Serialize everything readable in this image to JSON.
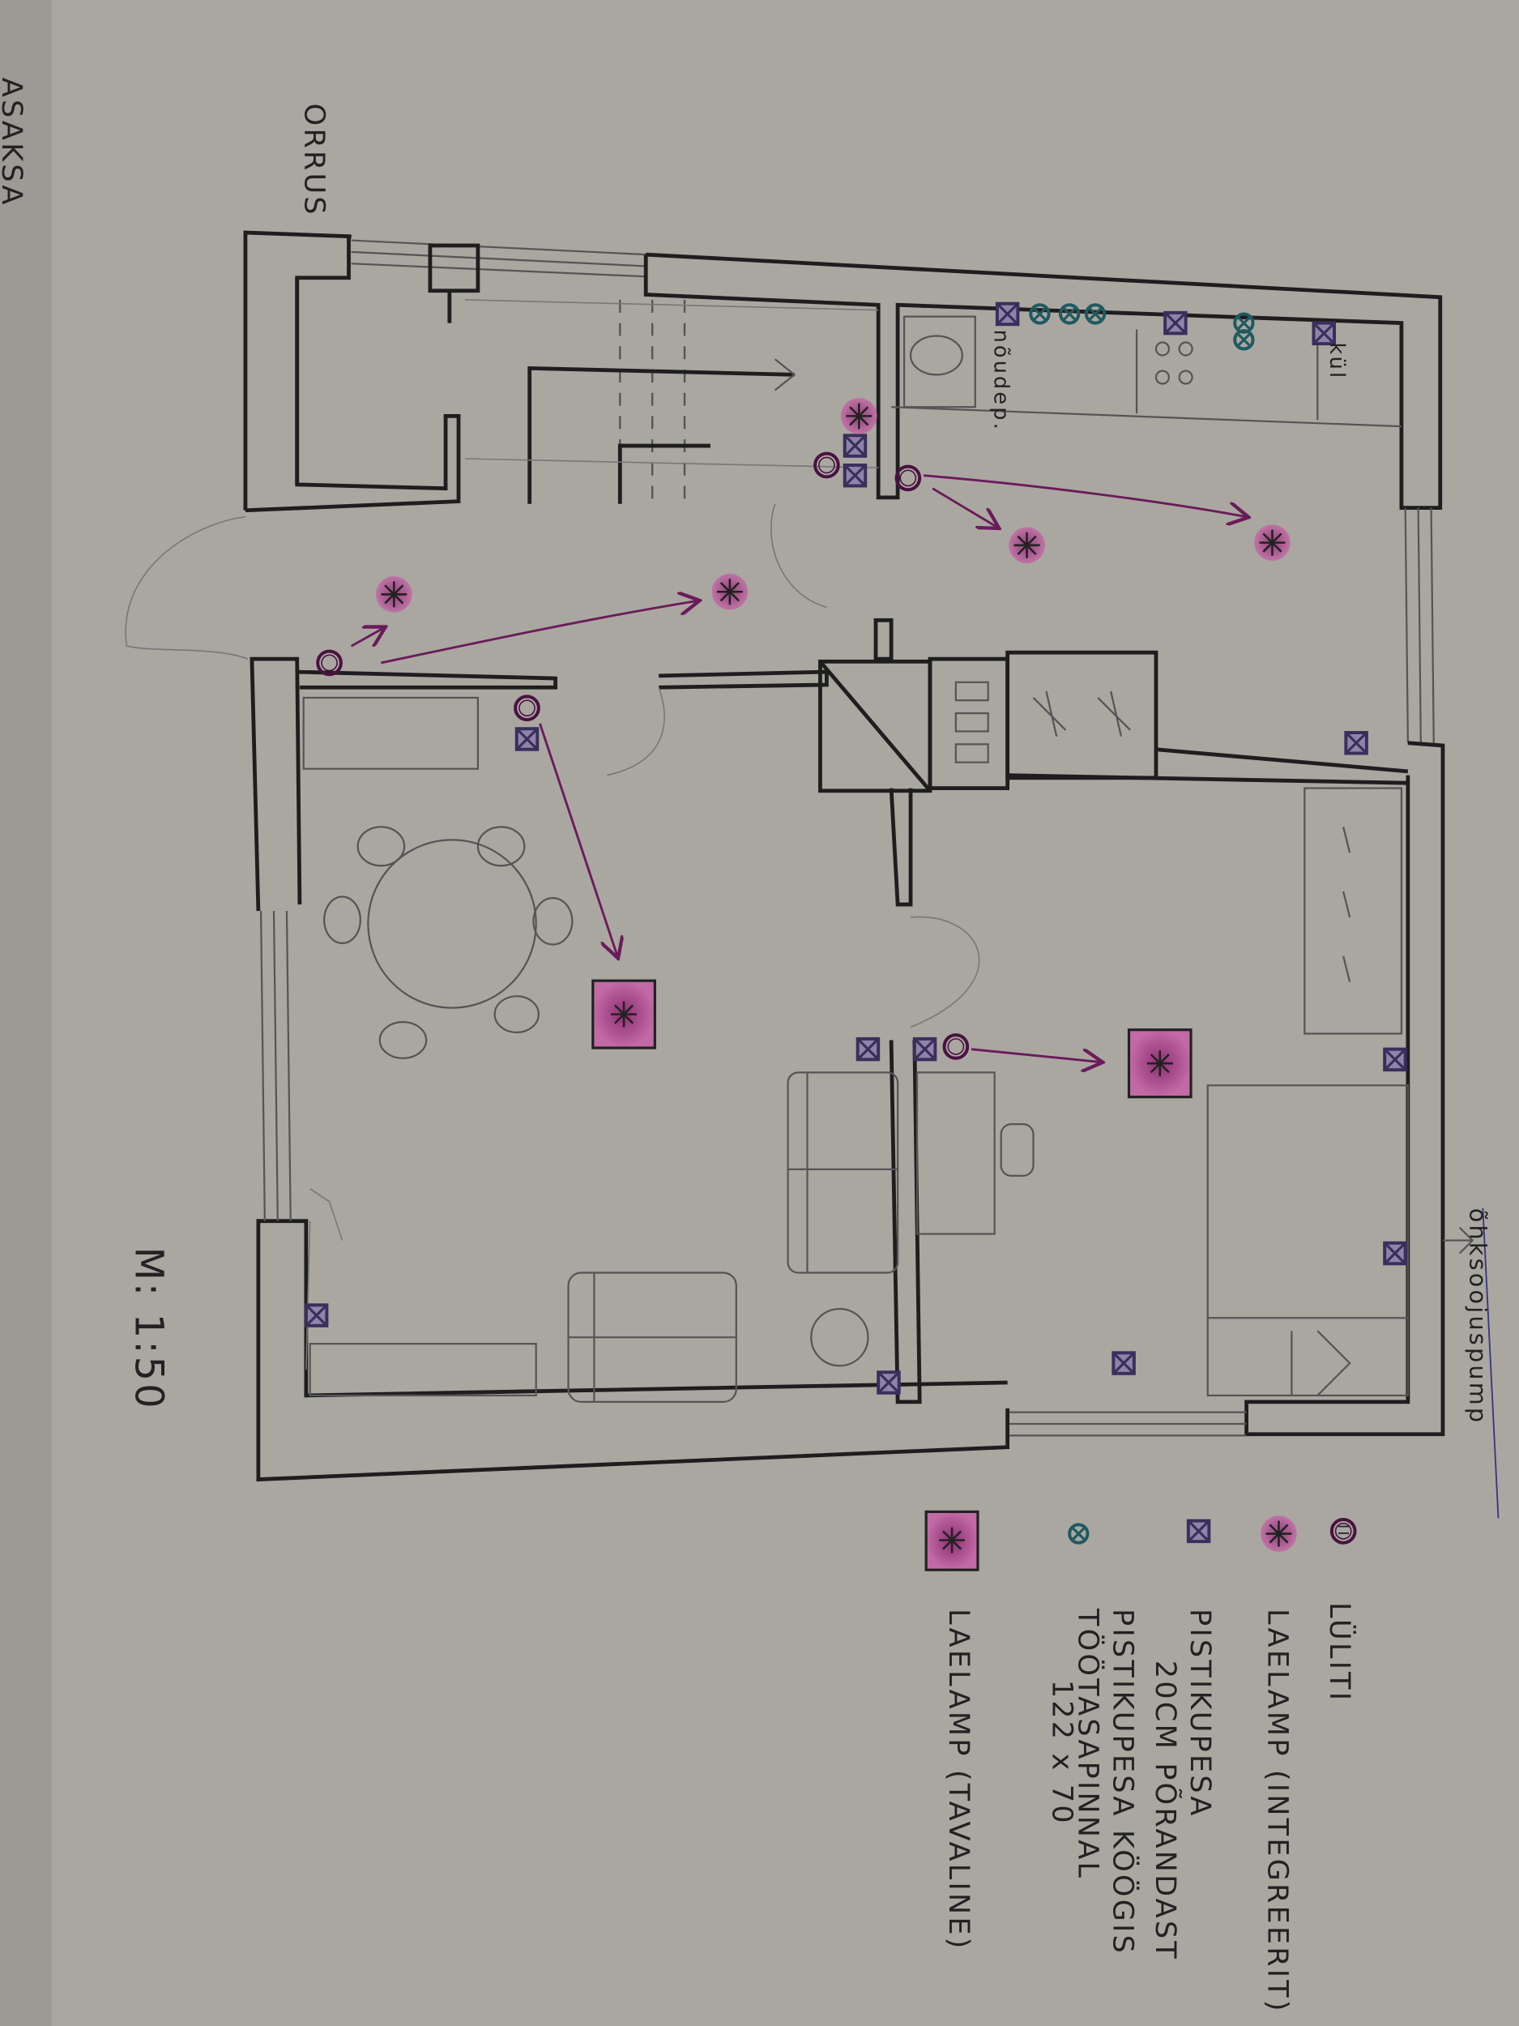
{
  "corner_notes": [
    "ASAKSA",
    "ORRUS"
  ],
  "scale_label": "M: 1:50",
  "paper_size_note": "122 x 70",
  "annotations": {
    "heat_pump": "õhksoojuspump",
    "dishwasher": "nõudep.",
    "fridge": "kül"
  },
  "switch_symbol": "II",
  "legend": [
    {
      "symbol": "switch-icon",
      "label": "LÜLITI"
    },
    {
      "symbol": "integrated-ceiling-lamp-icon",
      "label": "LAELAMP (INTEGREERIT)"
    },
    {
      "symbol": "outlet-icon",
      "label": "PISTIKUPESA",
      "sublabel": "20CM PÕRANDAST"
    },
    {
      "symbol": "kitchen-outlet-icon",
      "label": "PISTIKUPESA KÖÖGIS",
      "sublabel": "TÖÖTASAPINNAL"
    },
    {
      "symbol": "ceiling-lamp-icon",
      "label": "LAELAMP (TAVALINE)"
    }
  ],
  "colors": {
    "paper": "#a9a6a0",
    "ink": "#1e1e1e",
    "lamp_pink": "#b0458f",
    "outlet_purple": "#3a2f5c",
    "kitchen_teal": "#1f5a60",
    "arrow_purple": "#6a1b5a"
  }
}
